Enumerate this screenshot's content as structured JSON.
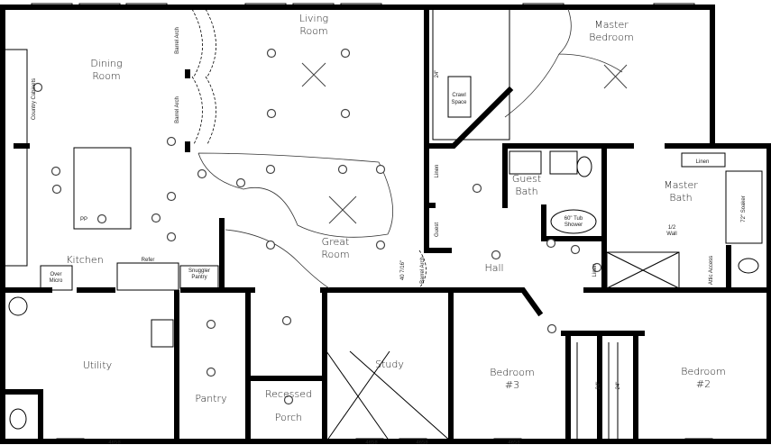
{
  "rooms": {
    "living_room": [
      "Living",
      "Room"
    ],
    "master_bedroom": [
      "Master",
      "Bedroom"
    ],
    "dining_room": [
      "Dining",
      "Room"
    ],
    "kitchen": "Kitchen",
    "great_room": [
      "Great",
      "Room"
    ],
    "guest_bath": [
      "Guest",
      "Bath"
    ],
    "master_bath": [
      "Master",
      "Bath"
    ],
    "hall": "Hall",
    "utility": "Utility",
    "pantry": "Pantry",
    "recessed_porch": [
      "Recessed",
      "Porch"
    ],
    "study": "Study",
    "bedroom3": [
      "Bedroom",
      "#3"
    ],
    "bedroom2": [
      "Bedroom",
      "#2"
    ]
  },
  "annotations": {
    "barrel_arch": "Barrel Arch",
    "country_cabinets": "Country Cabinets",
    "crawl_space": [
      "Crawl",
      "Space"
    ],
    "linen": "Linen",
    "guest": "Guest",
    "tub_shower": [
      "60\" Tub",
      "Shower"
    ],
    "soaker": "72\" Soaker",
    "refer": "Refer",
    "snuggler_pantry": [
      "Snuggler",
      "Pantry"
    ],
    "over_micro": [
      "Over",
      "Micro"
    ],
    "half_wall": [
      "1/2",
      "Wall"
    ],
    "attic_access": "Attic Access",
    "arch_width": "40 7/16\"",
    "pp": "PP",
    "closet_24": "24\"",
    "window_code": "4658"
  },
  "colors": {
    "walls": "#000000",
    "background": "#ffffff"
  }
}
